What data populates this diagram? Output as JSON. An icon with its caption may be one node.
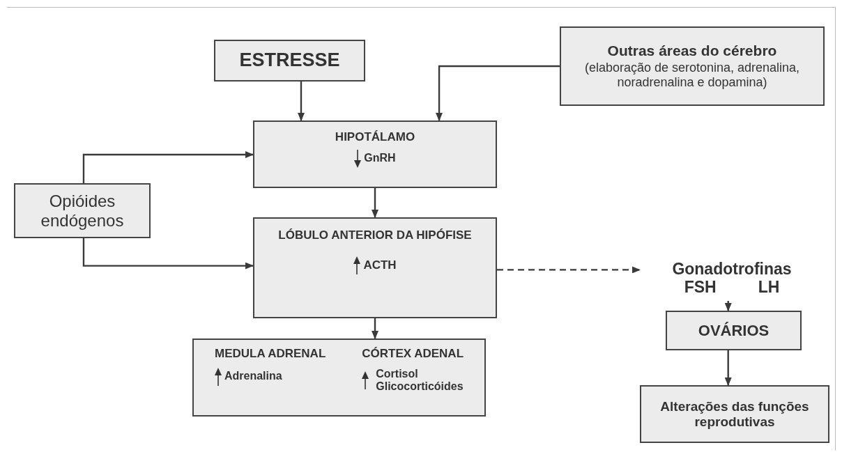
{
  "diagram": {
    "nodes": [
      {
        "text": [
          "ESTRESSE"
        ]
      },
      {
        "text": [
          "Outras áreas do cérebro",
          "(elaboração de serotonina, adrenalina, noradrenalina e dopamina)"
        ]
      },
      {
        "text": [
          "HIPOTÁLAMO",
          "GnRH"
        ]
      },
      {
        "text": [
          "Opióides endógenos"
        ]
      },
      {
        "text": [
          "LÓBULO ANTERIOR DA HIPÓFISE",
          "ACTH"
        ]
      },
      {
        "text": [
          "MEDULA ADRENAL",
          "Adrenalina",
          "CÓRTEX ADENAL",
          "Cortisol Glicocorticóides"
        ]
      },
      {
        "text": [
          "Gonadotrofinas",
          "FSH",
          "LH"
        ]
      },
      {
        "text": [
          "OVÁRIOS"
        ]
      },
      {
        "text": [
          "Alterações das funções reprodutivas"
        ]
      }
    ],
    "edges": [
      {
        "from": 0,
        "to": 2,
        "arrow": "to"
      },
      {
        "from": 1,
        "to": 2,
        "arrow": "to"
      },
      {
        "from": 3,
        "to": 2,
        "arrow": "to"
      },
      {
        "from": 3,
        "to": 4,
        "arrow": "to"
      },
      {
        "from": 2,
        "to": 4,
        "arrow": "to"
      },
      {
        "from": 4,
        "to": 5,
        "arrow": "to"
      },
      {
        "from": 4,
        "to": 6,
        "arrow": "to",
        "style": "dashed"
      },
      {
        "from": 6,
        "to": 7,
        "arrow": "to"
      },
      {
        "from": 7,
        "to": 8,
        "arrow": "to"
      }
    ]
  }
}
